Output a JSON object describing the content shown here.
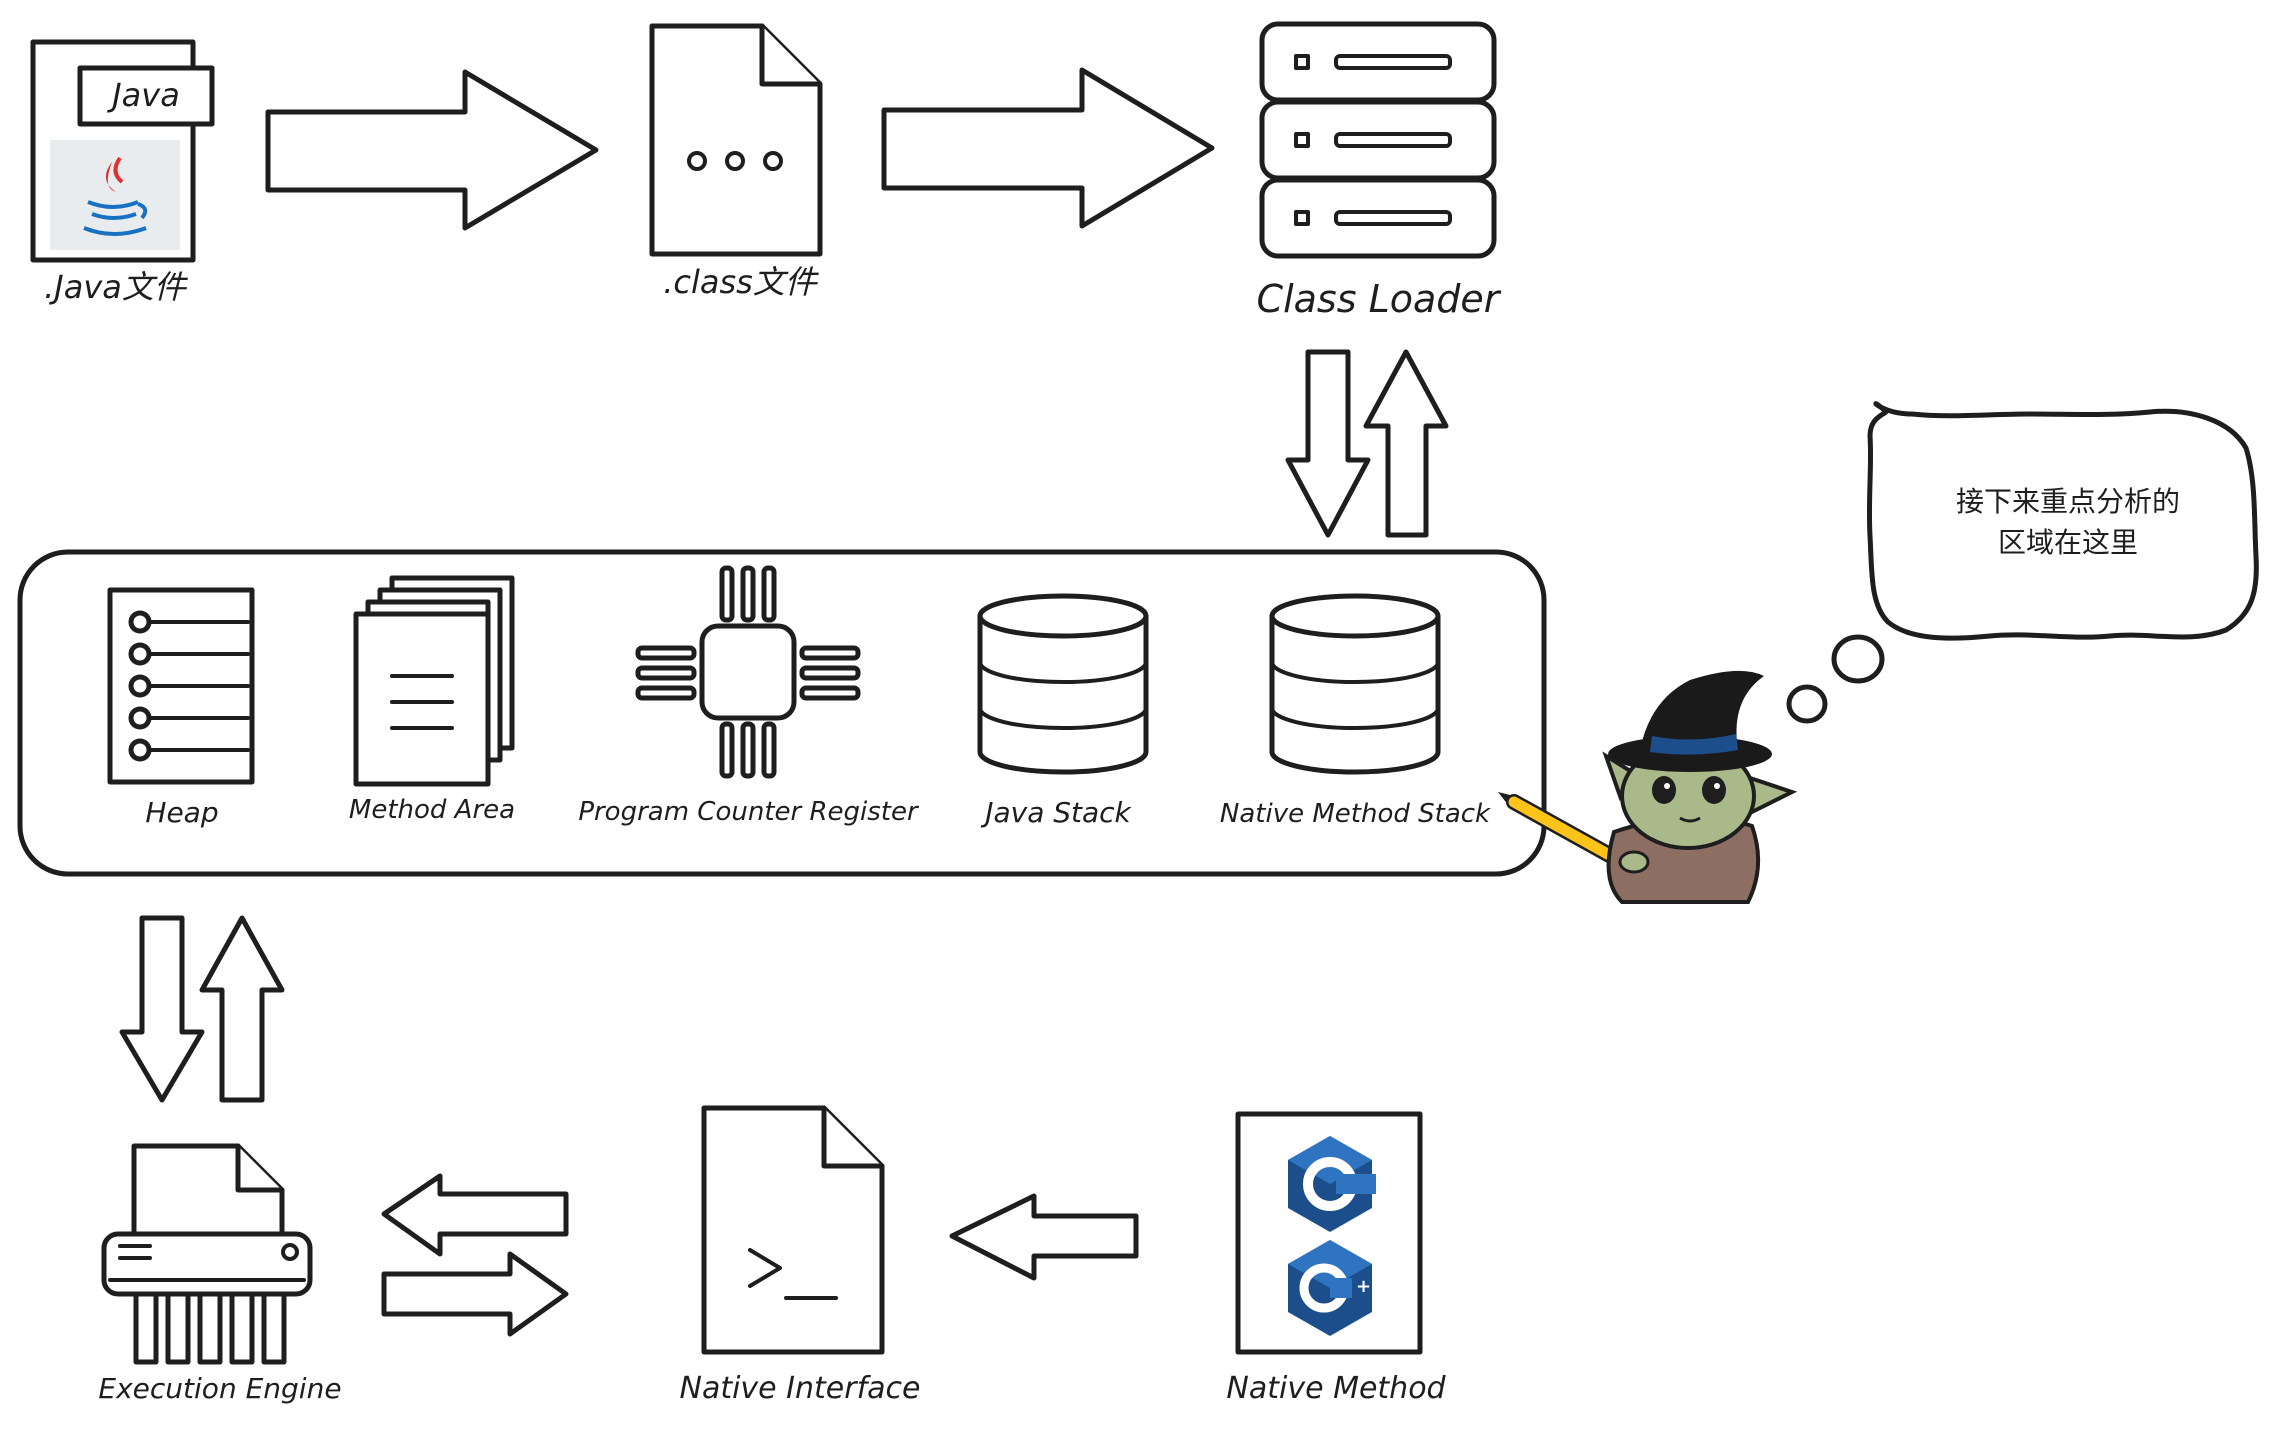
{
  "labels": {
    "java_file": ".Java文件",
    "java_badge": "Java",
    "class_file": ".class文件",
    "class_loader": "Class Loader",
    "heap": "Heap",
    "method_area": "Method Area",
    "pc_register": "Program Counter Register",
    "java_stack": "Java Stack",
    "native_stack": "Native Method Stack",
    "execution_engine": "Execution Engine",
    "native_interface": "Native Interface",
    "native_method": "Native Method",
    "terminal_prompt": ">_",
    "cpp_plus": "++"
  },
  "bubble": {
    "line1": "接下来重点分析的",
    "line2": "区域在这里"
  },
  "colors": {
    "stroke": "#1e1e1e",
    "doc_fill": "#e9ecef",
    "shredder_blue": "#a5d8ff",
    "yellow_file": "#ffec99",
    "blue_card": "#4dabf7",
    "cpp_dark": "#1c4e8c",
    "cpp_mid": "#2f74c0",
    "java_red": "#e03131",
    "java_blue": "#1971c2",
    "pencil": "#fcc419",
    "hat": "#1a1a1a",
    "robe": "#8d6e63",
    "skin": "#a9b98a"
  }
}
